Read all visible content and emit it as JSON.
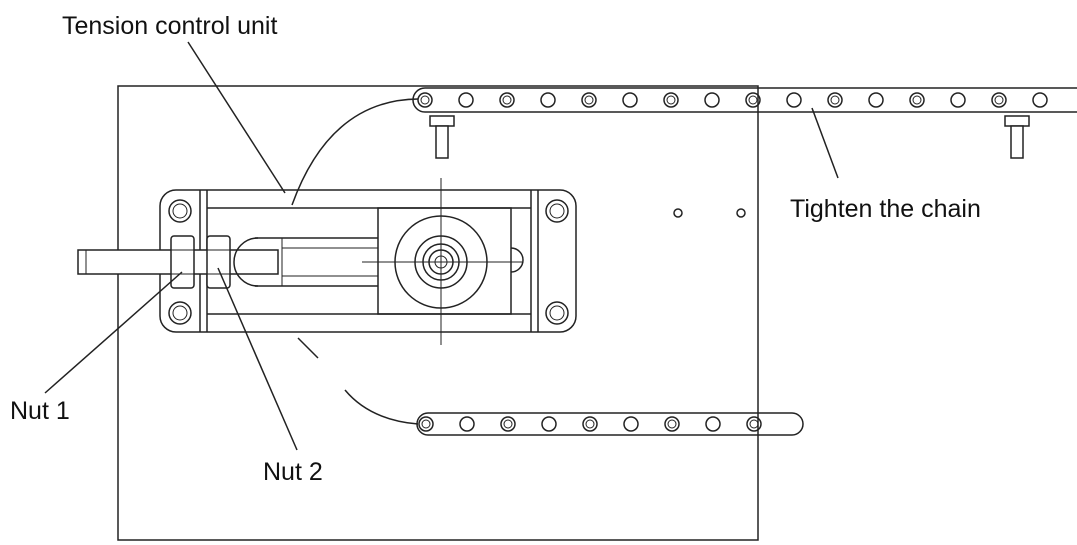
{
  "labels": {
    "tension_control_unit": "Tension control unit",
    "tighten_chain": "Tighten the chain",
    "nut1": "Nut 1",
    "nut2": "Nut 2"
  },
  "colors": {
    "line": "#222222",
    "background": "#ffffff"
  },
  "chain_top": {
    "links": 16
  },
  "chain_bottom": {
    "links": 9
  }
}
